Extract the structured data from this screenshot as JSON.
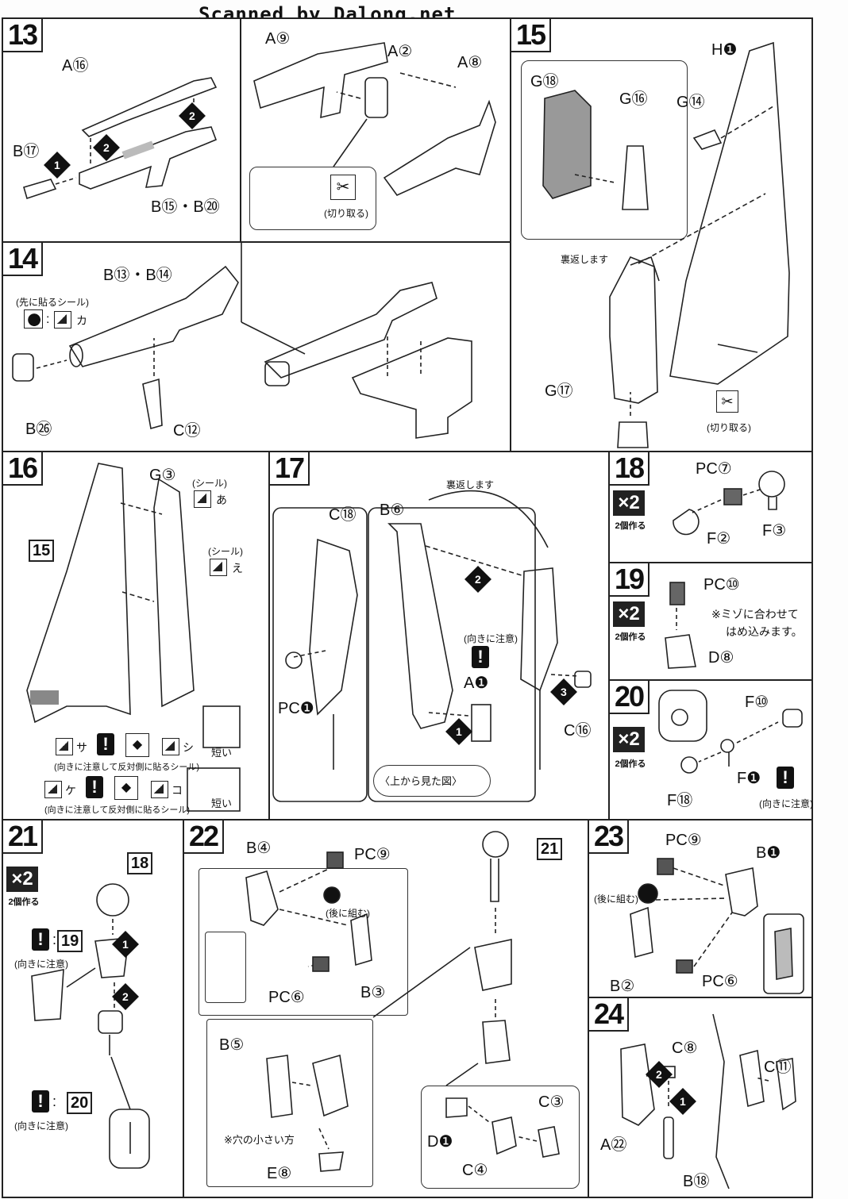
{
  "watermark": "Scanned by Dalong.net",
  "steps": {
    "s13": {
      "number": "13",
      "parts": {
        "a16": "A⑯",
        "b17": "B⑰",
        "b15b20": "B⑮・B⑳",
        "a9": "A⑨",
        "a2": "A②",
        "a8": "A⑧"
      },
      "cut_label": "(切り取る)"
    },
    "s14": {
      "number": "14",
      "parts": {
        "b13b14": "B⑬・B⑭",
        "b26": "B㉖",
        "c12": "C⑫"
      },
      "sticker_note": "(先に貼るシール)",
      "sticker_code": "カ"
    },
    "s15": {
      "number": "15",
      "parts": {
        "g18": "G⑱",
        "g16": "G⑯",
        "g14": "G⑭",
        "h1": "H❶",
        "g17": "G⑰"
      },
      "flip_note": "裏返します",
      "cut_label": "(切り取る)"
    },
    "s16": {
      "number": "16",
      "parts": {
        "g3": "G③"
      },
      "ref": "15",
      "sticker_a": "(シール)",
      "sticker_a_code": "あ",
      "sticker_b": "(シール)",
      "sticker_b_code": "え",
      "row1_codes": [
        "サ",
        "シ"
      ],
      "row2_codes": [
        "ケ",
        "コ"
      ],
      "row_note": "(向きに注意して反対側に貼るシール)",
      "short_label": "短い"
    },
    "s17": {
      "number": "17",
      "parts": {
        "c18": "C⑱",
        "b6": "B⑥",
        "pc1": "PC❶",
        "a1": "A❶",
        "c16": "C⑯"
      },
      "flip_note": "裏返します",
      "caution_note": "(向きに注意)",
      "top_view": "〈上から見た図〉"
    },
    "s18": {
      "number": "18",
      "multiplier": "×2",
      "make_two": "2個作る",
      "parts": {
        "pc7": "PC⑦",
        "f2": "F②",
        "f3": "F③"
      }
    },
    "s19": {
      "number": "19",
      "multiplier": "×2",
      "make_two": "2個作る",
      "parts": {
        "pc10": "PC⑩",
        "d8": "D⑧"
      },
      "note_line1": "※ミゾに合わせて",
      "note_line2": "はめ込みます。"
    },
    "s20": {
      "number": "20",
      "multiplier": "×2",
      "make_two": "2個作る",
      "parts": {
        "f10": "F⑩",
        "f1": "F❶",
        "f18": "F⑱"
      },
      "caution_note": "(向きに注意)"
    },
    "s21": {
      "number": "21",
      "multiplier": "×2",
      "make_two": "2個作る",
      "ref_top": "18",
      "ref_mid": "19",
      "ref_bot": "20",
      "caution_note": "(向きに注意)"
    },
    "s22": {
      "number": "22",
      "parts": {
        "b4": "B④",
        "pc9": "PC⑨",
        "b3": "B③",
        "pc6": "PC⑥",
        "b5": "B⑤",
        "e8": "E⑧",
        "d1": "D❶",
        "c4": "C④",
        "c3": "C③"
      },
      "ref": "21",
      "later_note": "(後に組む)",
      "hole_note": "※穴の小さい方"
    },
    "s23": {
      "number": "23",
      "parts": {
        "pc9": "PC⑨",
        "b1": "B❶",
        "b2": "B②",
        "pc6": "PC⑥"
      },
      "later_note": "(後に組む)"
    },
    "s24": {
      "number": "24",
      "parts": {
        "c8": "C⑧",
        "c11": "C⑪",
        "a22": "A㉒",
        "b18": "B⑱"
      }
    }
  }
}
